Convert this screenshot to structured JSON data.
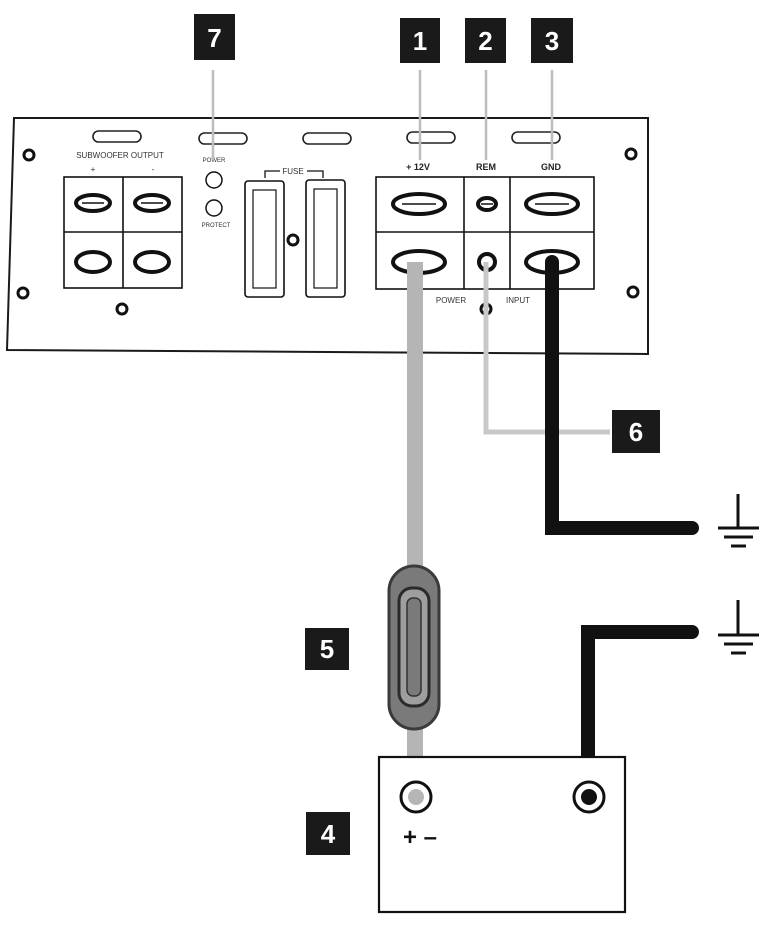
{
  "badges": {
    "b1": "1",
    "b2": "2",
    "b3": "3",
    "b4": "4",
    "b5": "5",
    "b6": "6",
    "b7": "7"
  },
  "amp": {
    "subwoofer_output": "SUBWOOFER OUTPUT",
    "sub_plus": "+",
    "sub_minus": "-",
    "power_led": "POWER",
    "protect_led": "PROTECT",
    "fuse": "FUSE",
    "plus12v": "+ 12V",
    "rem": "REM",
    "gnd": "GND",
    "power_input_left": "POWER",
    "power_input_right": "INPUT"
  },
  "battery": {
    "polarity": "+ –"
  },
  "colors": {
    "badge": "#1a1a1a",
    "power_cable": "#b5b5b5",
    "remote_wire": "#c8c8c8",
    "ground_cable": "#111111",
    "fuse_holder": "#7a7a7a"
  },
  "icons": [
    "ground-symbol-icon",
    "fuse-icon",
    "battery-icon"
  ]
}
